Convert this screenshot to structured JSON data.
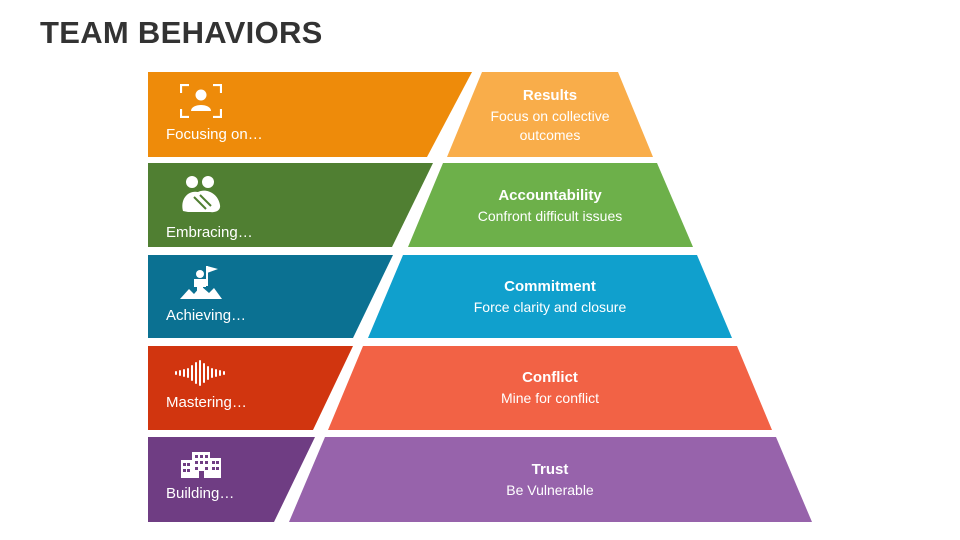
{
  "page": {
    "title": "TEAM BEHAVIORS"
  },
  "tiers": [
    {
      "left_label": "Focusing on…",
      "title": "Results",
      "desc": "Focus on collective outcomes",
      "dark": "#ee8b0a",
      "light": "#f9ad4a",
      "icon": "person-focus-icon"
    },
    {
      "left_label": "Embracing…",
      "title": "Accountability",
      "desc": "Confront difficult issues",
      "dark": "#507f32",
      "light": "#6db04a",
      "icon": "handshake-icon"
    },
    {
      "left_label": "Achieving…",
      "title": "Commitment",
      "desc": "Force clarity and closure",
      "dark": "#0b7192",
      "light": "#10a0cd",
      "icon": "summit-flag-icon"
    },
    {
      "left_label": "Mastering…",
      "title": "Conflict",
      "desc": "Mine for conflict",
      "dark": "#d1350f",
      "light": "#f26245",
      "icon": "sound-wave-icon"
    },
    {
      "left_label": "Building…",
      "title": "Trust",
      "desc": "Be Vulnerable",
      "dark": "#6f3d83",
      "light": "#9763ab",
      "icon": "building-icon"
    }
  ]
}
